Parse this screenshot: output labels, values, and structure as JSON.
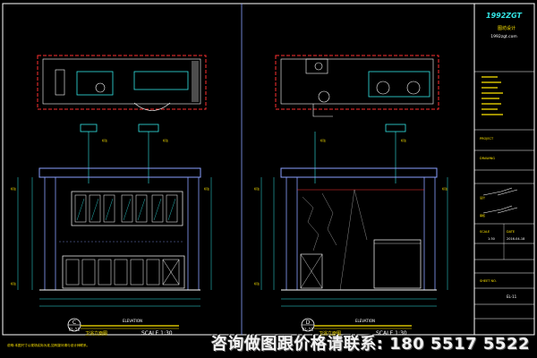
{
  "title_block": {
    "logo_text": "1992ZGT",
    "company_cn": "图坊设计",
    "website": "1992zgt.com",
    "project_label": "PROJECT",
    "drawing_label": "DRAWING",
    "scale_label": "SCALE",
    "scale_value": "1:30",
    "date_label": "DATE",
    "date_value": "2016-04-18",
    "sheet_no_label": "SHEET NO.",
    "sheet_no_value": "EL-11"
  },
  "left_elevation": {
    "callout_letter": "C",
    "callout_sheet": "EL-11",
    "title": "卫浴立面图",
    "subtitle": "ELEVATION",
    "scale": "SCALE 1:30",
    "note": "说明:本图尺寸以现场实际为准,如有疑问请与设计师联系。"
  },
  "right_elevation": {
    "callout_letter": "D",
    "callout_sheet": "EL-11",
    "title": "卫浴立面图",
    "subtitle": "ELEVATION",
    "scale": "SCALE 1:30"
  },
  "banner_text": "咨询做图跟价格请联系: 180  5517  5522",
  "colors": {
    "background": "#000000",
    "frame": "#ffffff",
    "wall": "#8aa0ff",
    "cabinet": "#ffffff",
    "plan_red": "#ff3030",
    "cyan": "#33e6e6",
    "yellow": "#ffe600",
    "green": "#55ff55"
  }
}
